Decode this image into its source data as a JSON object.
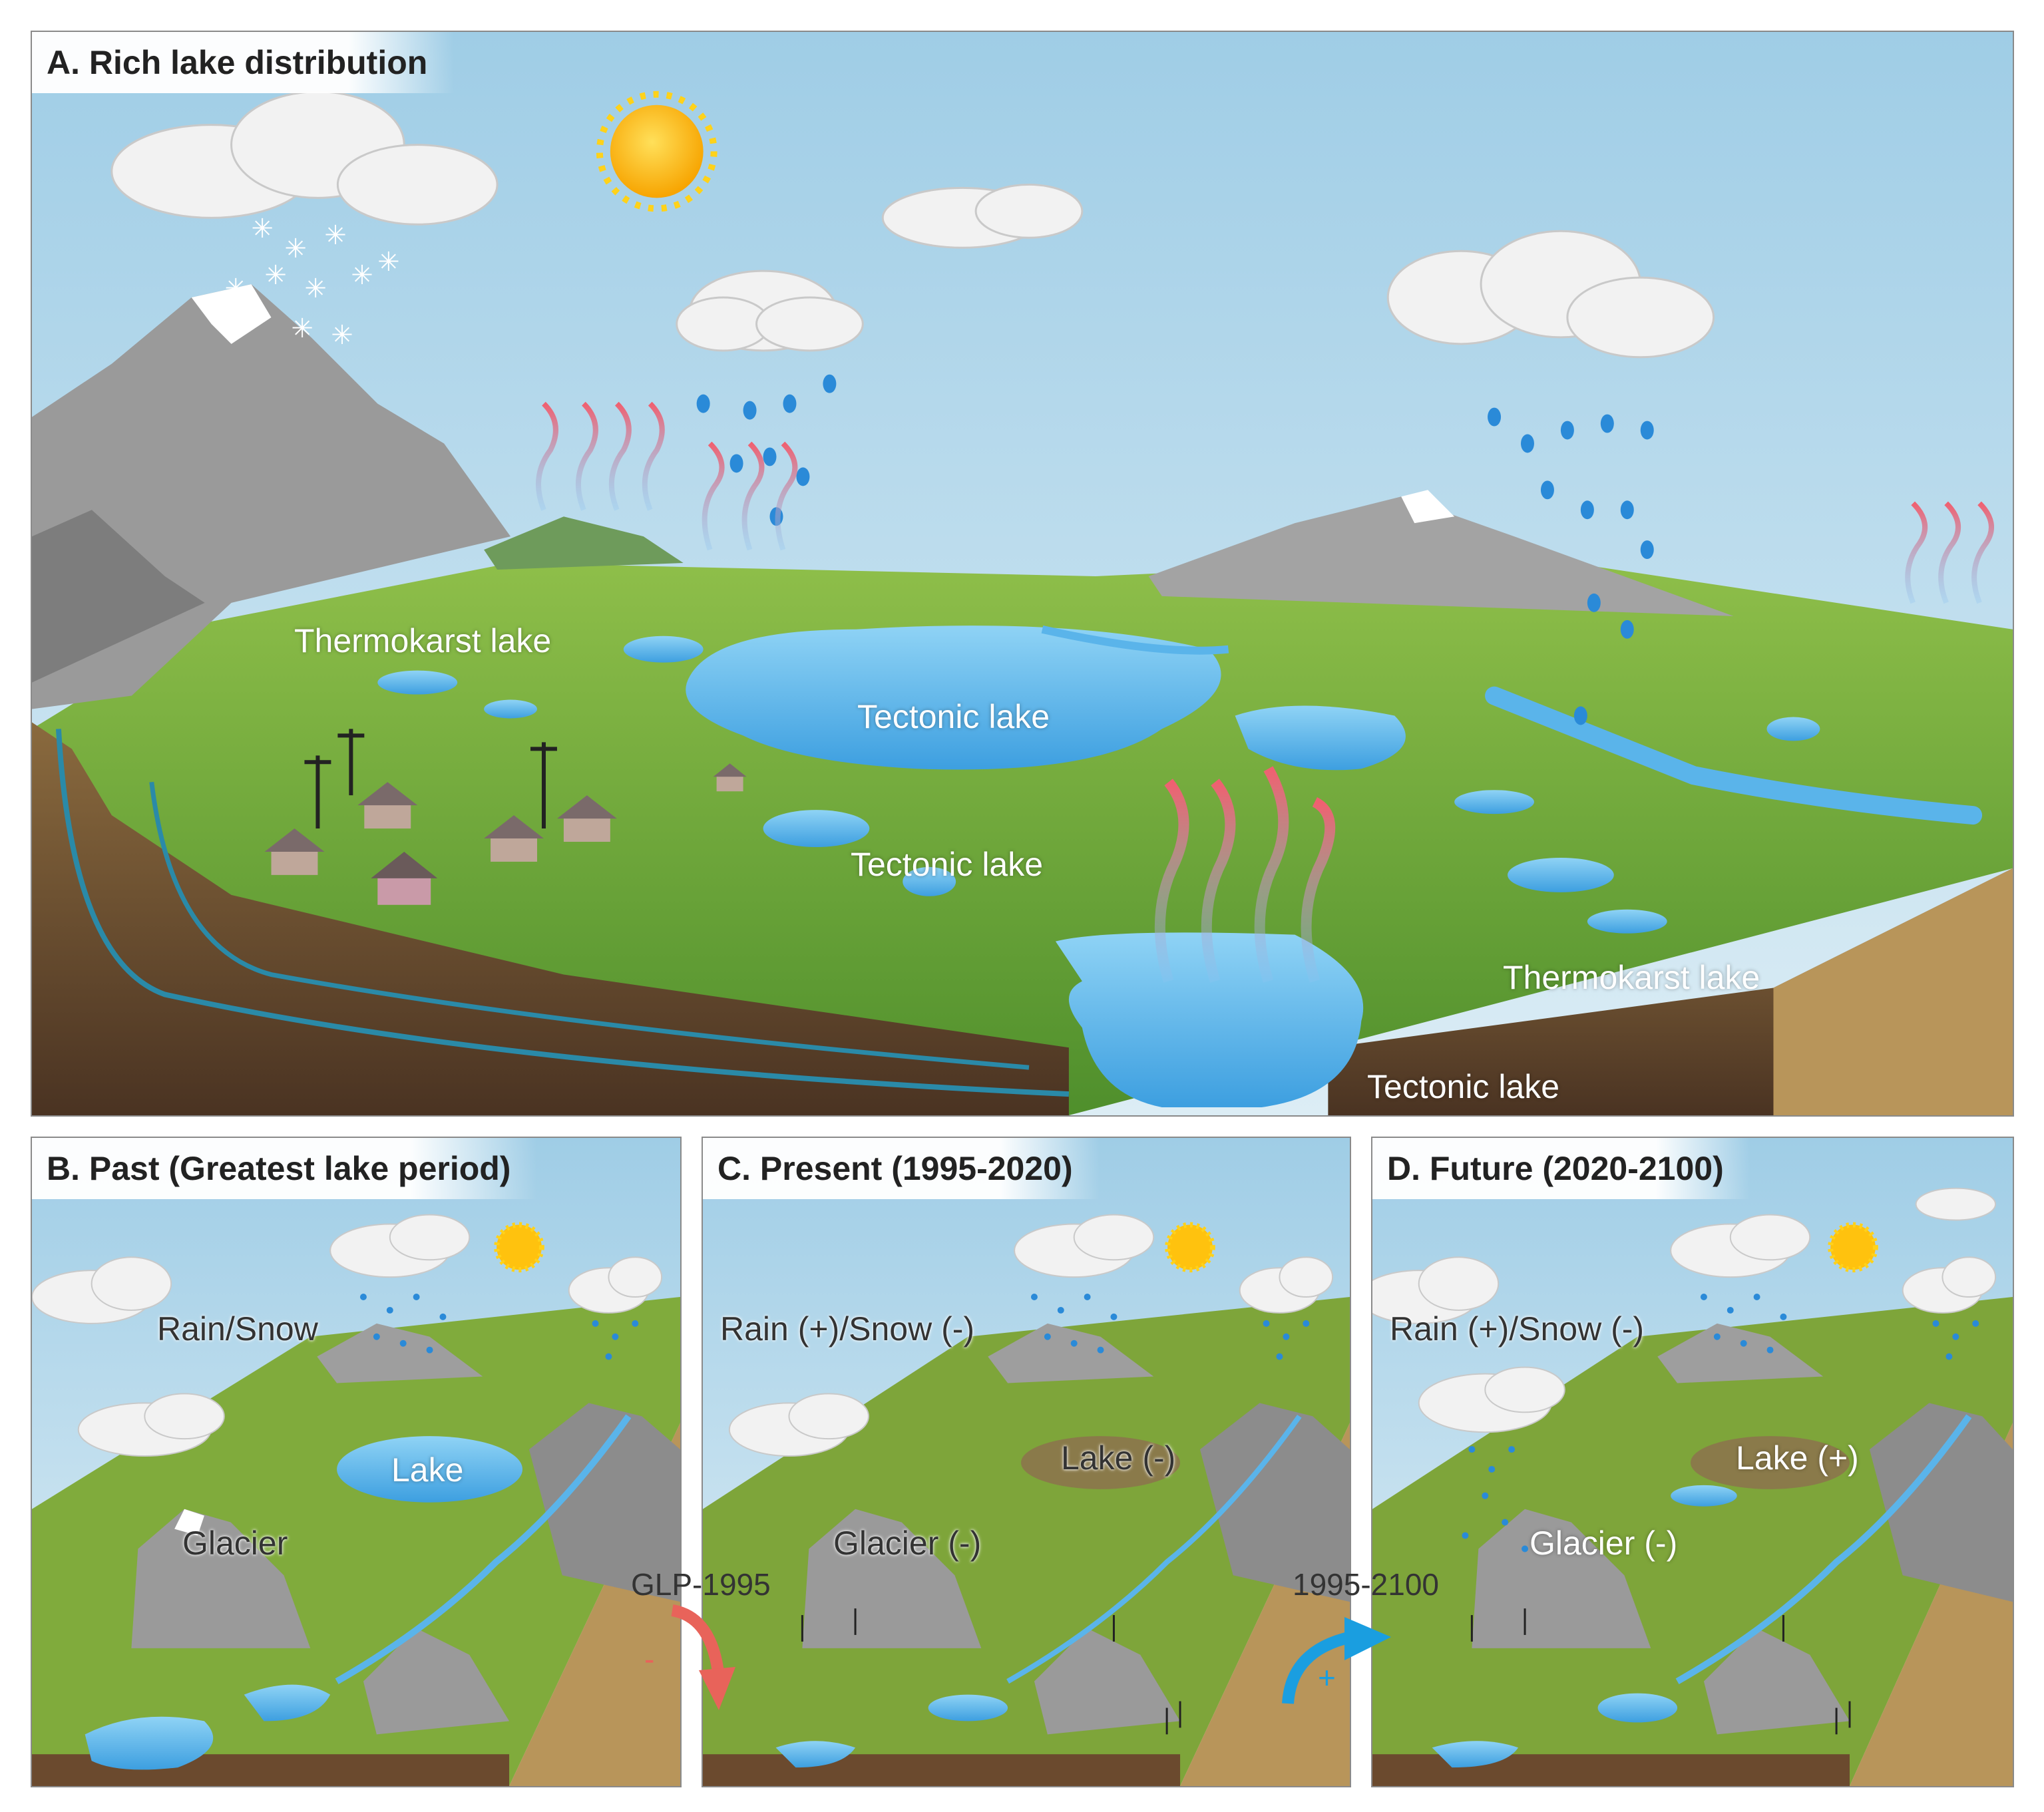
{
  "panel_a": {
    "title": "A. Rich lake distribution",
    "labels": {
      "thermokarst_1": "Thermokarst lake",
      "tectonic_1": "Tectonic lake",
      "tectonic_2": "Tectonic lake",
      "thermokarst_2": "Thermokarst lake",
      "tectonic_3": "Tectonic lake"
    }
  },
  "panel_b": {
    "title": "B. Past (Greatest lake period)",
    "precip": "Rain/Snow",
    "lake": "Lake",
    "glacier": "Glacier"
  },
  "panel_c": {
    "title": "C. Present (1995-2020)",
    "precip": "Rain (+)/Snow (-)",
    "lake": "Lake (-)",
    "glacier": "Glacier (-)"
  },
  "panel_d": {
    "title": "D. Future (2020-2100)",
    "precip": "Rain (+)/Snow (-)",
    "lake": "Lake (+)",
    "glacier": "Glacier (-)"
  },
  "transitions": {
    "b_to_c": {
      "label": "GLP-1995",
      "sign": "-",
      "color": "#e8635a"
    },
    "c_to_d": {
      "label": "1995-2100",
      "sign": "+",
      "color": "#1a9ee0"
    }
  },
  "colors": {
    "sky": "#a9d4ea",
    "grass": "#6fa83a",
    "lake": "#5ab4ea",
    "soil": "#6b4a2e",
    "sun": "#ffc20e"
  },
  "icons": [
    "sun-icon",
    "cloud-icon",
    "snowflake-icon",
    "raindrop-icon",
    "evaporation-arrow-icon",
    "house-icon",
    "power-pole-icon",
    "mountain-icon"
  ]
}
